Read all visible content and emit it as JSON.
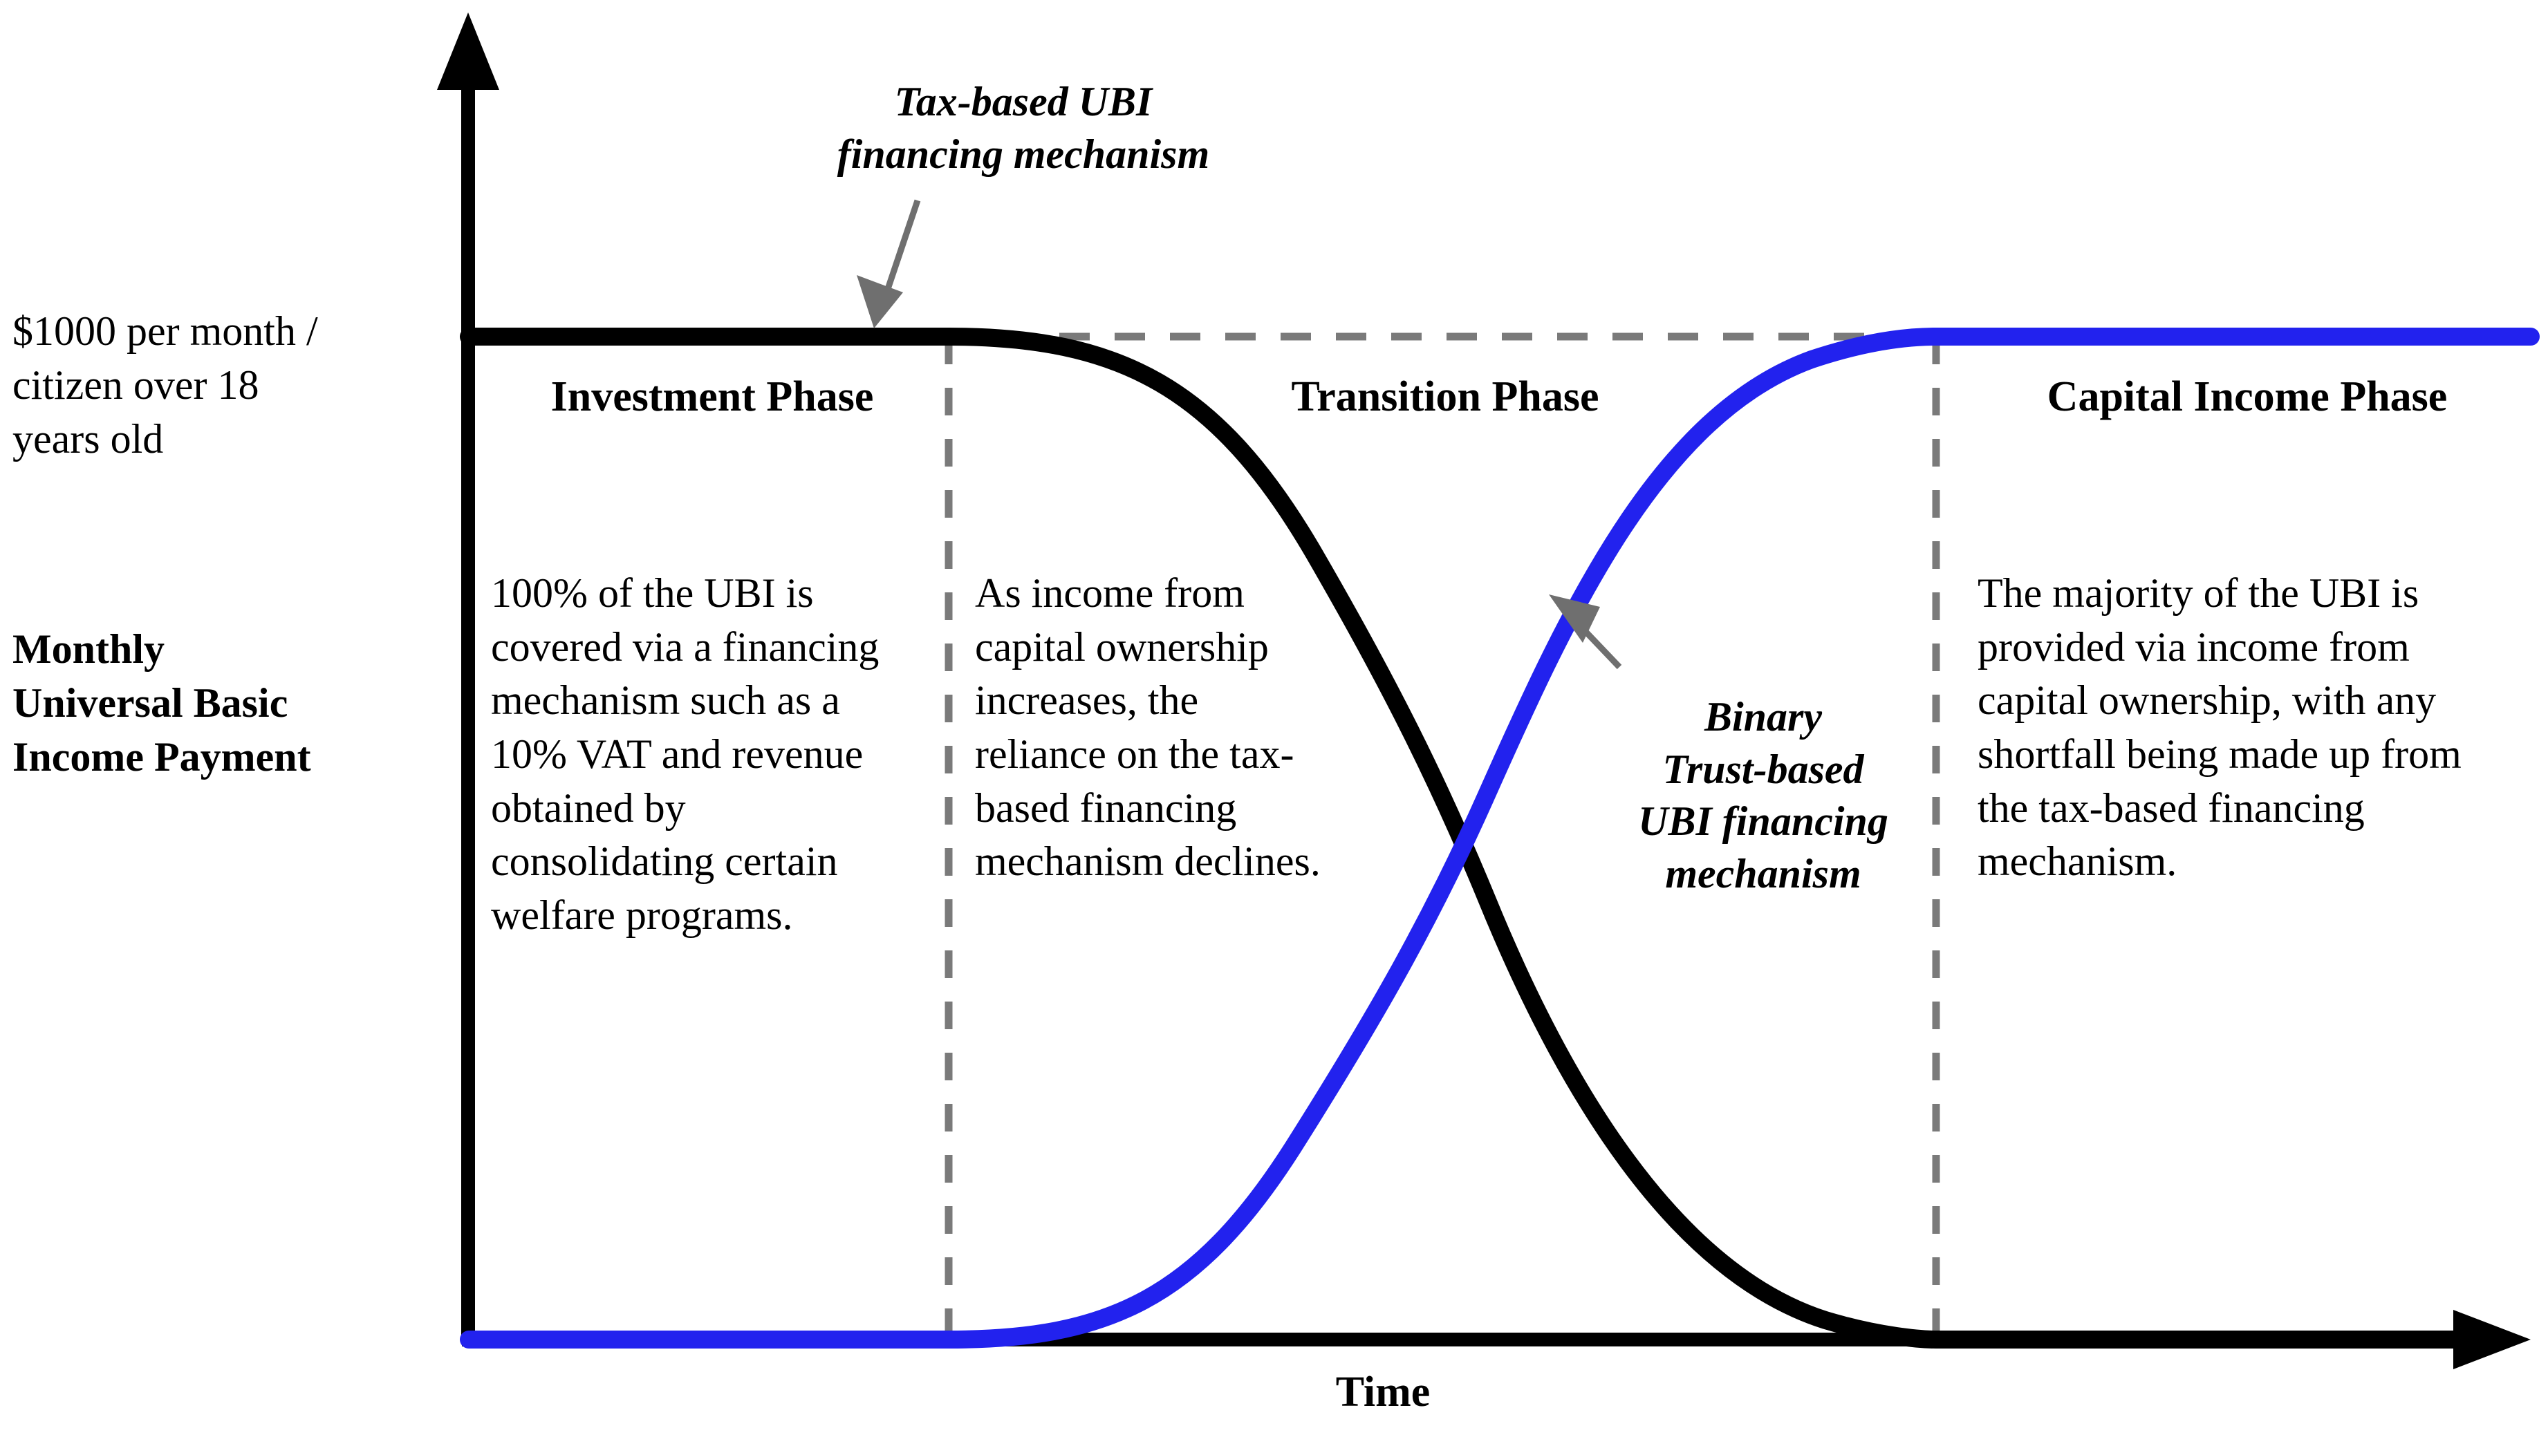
{
  "chart_data": {
    "type": "line",
    "title": "",
    "xlabel": "Time",
    "ylabel": "Monthly\nUniversal Basic\nIncome Payment",
    "y_axis_annotation": "$1000 per month /\ncitizen over 18\nyears old",
    "ylim": [
      0,
      1000
    ],
    "yunit": "$ per month per citizen over 18",
    "xlim": [
      0,
      100
    ],
    "grid": false,
    "legend": "none",
    "x": [
      0,
      5,
      10,
      15,
      20,
      25,
      30,
      35,
      40,
      45,
      50,
      55,
      60,
      65,
      70,
      75,
      80,
      85,
      90,
      95,
      100
    ],
    "series": [
      {
        "name": "Tax-based UBI financing mechanism",
        "color": "#000000",
        "values": [
          1000,
          1000,
          1000,
          1000,
          1000,
          1000,
          995,
          975,
          925,
          840,
          720,
          570,
          410,
          265,
          150,
          72,
          28,
          8,
          1,
          0,
          0
        ]
      },
      {
        "name": "Binary Trust-based UBI financing mechanism",
        "color": "#2222EE",
        "values": [
          0,
          0,
          0,
          0,
          0,
          0,
          5,
          25,
          75,
          160,
          280,
          430,
          590,
          735,
          850,
          928,
          972,
          992,
          999,
          1000,
          1000
        ]
      }
    ],
    "reference_line": {
      "type": "horizontal-dashed",
      "value": 1000,
      "color": "#7a7a7a",
      "label": "$1000 per month / citizen over 18 years old"
    },
    "phase_dividers": [
      {
        "type": "vertical-dashed",
        "at_x": 23,
        "color": "#7a7a7a"
      },
      {
        "type": "vertical-dashed",
        "at_x": 77,
        "color": "#7a7a7a"
      }
    ],
    "crossover_point": {
      "x": 50,
      "y": 500,
      "note": "black and blue curves intersect mid-Transition Phase"
    },
    "annotations": [
      {
        "text": "Tax-based UBI financing mechanism",
        "points_to": "black-curve-plateau",
        "style": "bold-italic",
        "arrow_color": "#6f6f6f"
      },
      {
        "text": "Binary Trust-based UBI financing mechanism",
        "points_to": "blue-curve-rise",
        "style": "bold-italic",
        "arrow_color": "#6f6f6f"
      }
    ]
  },
  "axes": {
    "y_value_label": "$1000 per month /\ncitizen over 18\nyears old",
    "y_title": "Monthly\nUniversal Basic\nIncome Payment",
    "x_title": "Time"
  },
  "callouts": {
    "tax": "Tax-based UBI\nfinancing mechanism",
    "binary": "Binary\nTrust-based\nUBI financing\nmechanism"
  },
  "phases": [
    {
      "heading": "Investment Phase",
      "body": "100% of the UBI is covered via a financing mechanism such as a 10% VAT and revenue obtained by consolidating certain welfare programs."
    },
    {
      "heading": "Transition Phase",
      "body": "As income from capital ownership increases, the reliance on the tax-based financing mechanism declines."
    },
    {
      "heading": "Capital Income Phase",
      "body": "The majority of the UBI is provided via income from capital ownership, with any shortfall being made up from the tax-based financing mechanism."
    }
  ],
  "colors": {
    "tax_curve": "#000000",
    "binary_curve": "#2222EE",
    "dashed_guides": "#7a7a7a",
    "arrow": "#6f6f6f",
    "axis": "#000000",
    "background": "#ffffff"
  }
}
